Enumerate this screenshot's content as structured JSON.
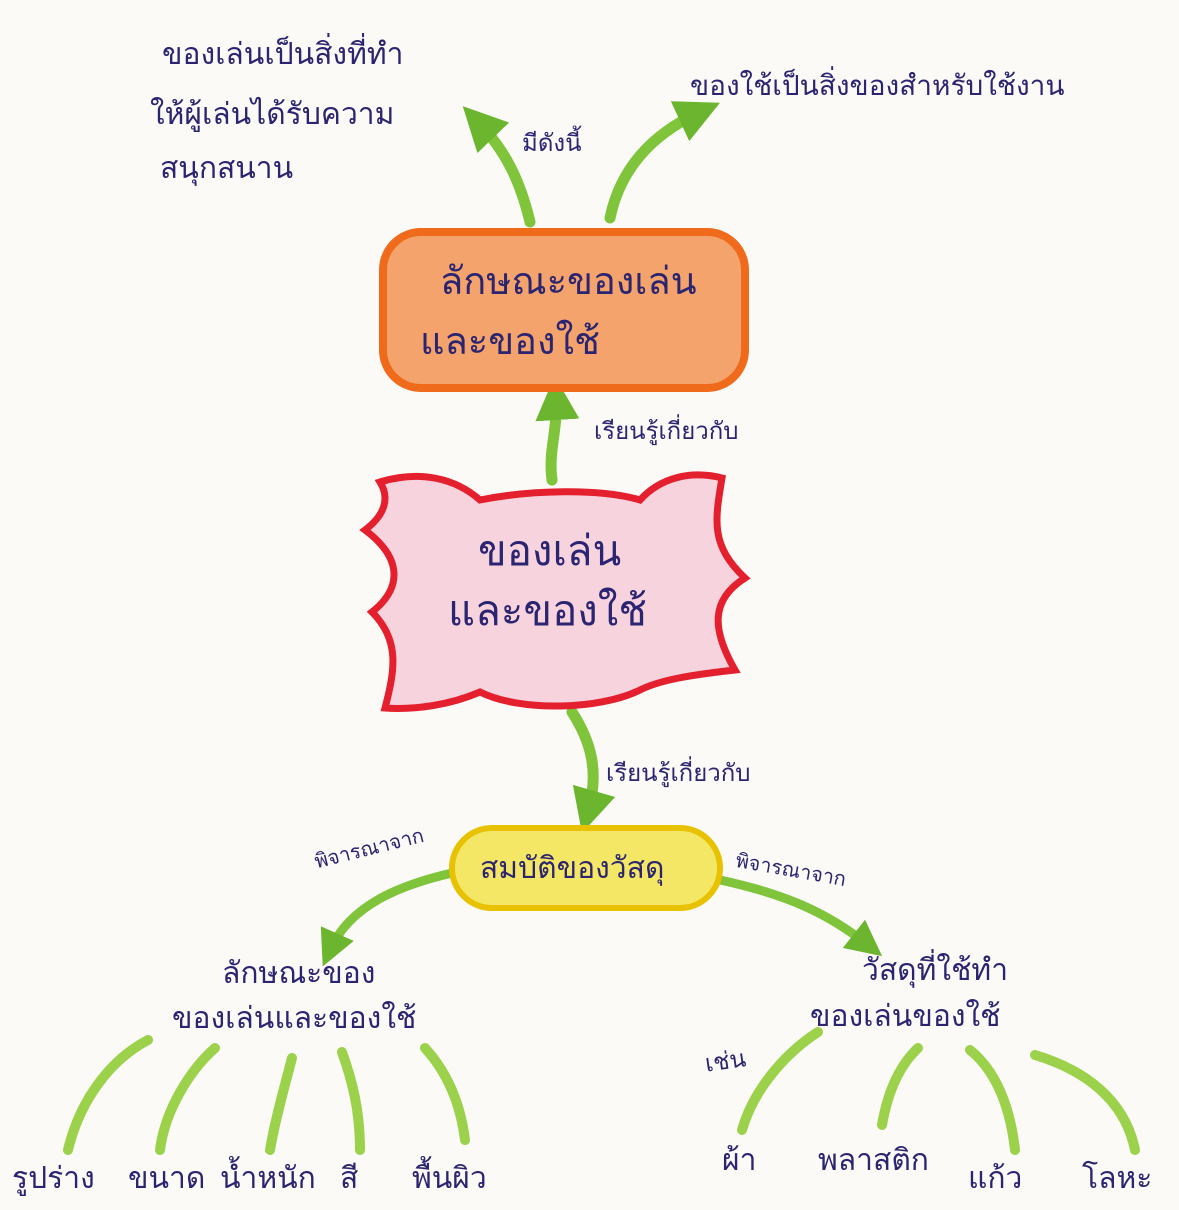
{
  "center": {
    "line1": "ของเล่น",
    "line2": "และของใช้"
  },
  "top_node": {
    "line1": "ลักษณะของเล่น",
    "line2": "และของใช้"
  },
  "top_link_label": "เรียนรู้เกี่ยวกับ",
  "top_left_label": "มีดังนี้",
  "top_left_note": {
    "line1": "ของเล่นเป็นสิ่งที่ทำ",
    "line2": "ให้ผู้เล่นได้รับความ",
    "line3": "สนุกสนาน"
  },
  "top_right_note": "ของใช้เป็นสิ่งของสำหรับใช้งาน",
  "bottom_link_label": "เรียนรู้เกี่ยวกับ",
  "bottom_node": "สมบัติของวัสดุ",
  "left_branch_label": "พิจารณาจาก",
  "right_branch_label": "พิจารณาจาก",
  "left_group": {
    "line1": "ลักษณะของ",
    "line2": "ของเล่นและของใช้"
  },
  "right_group": {
    "line1": "วัสดุที่ใช้ทำ",
    "line2": "ของเล่นของใช้"
  },
  "right_group_prefix": "เช่น",
  "left_leaves": [
    "รูปร่าง",
    "ขนาด",
    "น้ำหนัก",
    "สี",
    "พื้นผิว"
  ],
  "right_leaves": [
    "ผ้า",
    "พลาสติก",
    "แก้ว",
    "โลหะ"
  ],
  "colors": {
    "ink": "#2b2470",
    "green": "#7fc43a",
    "orange_fill": "#f3a36b",
    "orange_stroke": "#ef6a1a",
    "pink_fill": "#f7d3de",
    "red_stroke": "#e4202e",
    "yellow_fill": "#f5e766",
    "yellow_stroke": "#e8c100"
  }
}
